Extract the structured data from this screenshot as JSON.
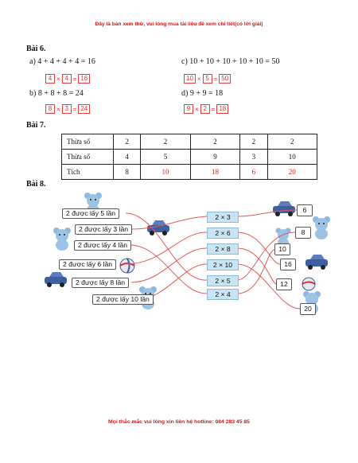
{
  "banner_top": "Đây là bản xem thử, vui lòng mua tài liệu đề xem chi tiết(có lời giải)",
  "banner_bottom": "Mọi thắc mắc vui lòng xin liên hệ hotline: 084 283 45 85",
  "bai6": {
    "heading": "Bài 6.",
    "items": [
      {
        "eq": "a) 4 + 4 + 4 + 4 = 16",
        "a": "4",
        "op1": "×",
        "b": "4",
        "op2": "=",
        "c": "16"
      },
      {
        "eq": "c) 10 + 10 + 10 + 10 + 10 = 50",
        "a": "10",
        "op1": "×",
        "b": "5",
        "op2": "=",
        "c": "50"
      },
      {
        "eq": "b) 8 + 8 + 8 = 24",
        "a": "8",
        "op1": "×",
        "b": "3",
        "op2": "=",
        "c": "24"
      },
      {
        "eq": "d) 9 + 9 = 18",
        "a": "9",
        "op1": "×",
        "b": "2",
        "op2": "=",
        "c": "18"
      }
    ]
  },
  "bai7": {
    "heading": "Bài 7.",
    "rows": [
      {
        "label": "Thừa số",
        "cells": [
          "2",
          "2",
          "2",
          "2",
          "2"
        ]
      },
      {
        "label": "Thừa số",
        "cells": [
          "4",
          "5",
          "9",
          "3",
          "10"
        ]
      },
      {
        "label": "Tích",
        "cells": [
          "8",
          "10",
          "18",
          "6",
          "20"
        ]
      }
    ]
  },
  "bai8": {
    "heading": "Bài 8.",
    "labels": [
      "2 được lấy 5 lần",
      "2 được lấy 3 lần",
      "2 được lấy 4 lần",
      "2 được lấy 6 lần",
      "2 được lấy 8 lần",
      "2 được lấy 10 lần"
    ],
    "expressions": [
      "2 × 3",
      "2 × 6",
      "2 × 8",
      "2 × 10",
      "2 × 5",
      "2 × 4"
    ],
    "results": [
      "6",
      "8",
      "10",
      "16",
      "12",
      "20"
    ]
  },
  "colors": {
    "accent_red": "#e02020",
    "line": "#e05a5a",
    "expr_bg": "#c9e4f2",
    "toy_blue": "#6a9fd6",
    "car_blue": "#3d5fa0"
  }
}
